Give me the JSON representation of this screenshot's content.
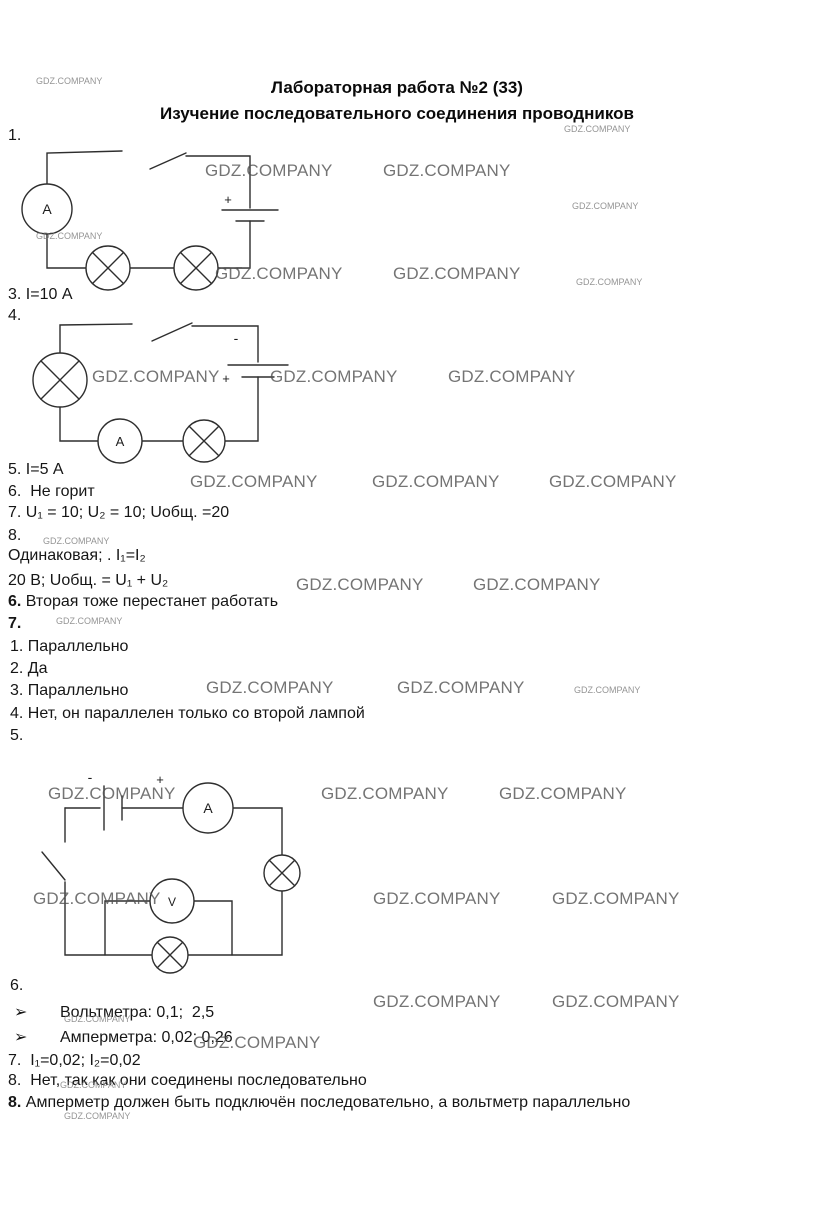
{
  "watermark": "GDZ.COMPANY",
  "title": {
    "line1": "Лабораторная работа №2 (33)",
    "line2": "Изучение последовательного соединения проводников"
  },
  "lines": {
    "n1": "1.",
    "a3": "3. I=10 А",
    "n4": "4.",
    "a5": "5. I=5 А",
    "a6": "6.  Не горит",
    "a7": "7. U₁ = 10; U₂ = 10; Uобщ. =20",
    "n8": "8.",
    "a8a": "Одинаковая; . I₁=I₂",
    "a8b": "20 В; Uобщ. = U₁ + U₂",
    "t6_num": "6.",
    "t6_text": " Вторая тоже перестанет работать",
    "t7_num": "7.",
    "s1": "1. Параллельно",
    "s2": "2. Да",
    "s3": "3. Параллельно",
    "s4": "4. Нет, он параллелен только со второй лампой",
    "n5": "5.",
    "n6": "6.",
    "bullet": "➢",
    "volt": "Вольтметра: 0,1;  2,5",
    "amp": "Амперметра: 0,02; 0,26",
    "s7": "7.  I₁=0,02; I₂=0,02",
    "s8": "8.  Нет, так как они соединены последовательно",
    "t8_num": "8.",
    "t8_text": " Амперметр должен быть подключён последовательно, а вольтметр параллельно"
  },
  "diagram": {
    "ammeter": "A",
    "voltmeter": "V",
    "plus": "+",
    "minus": "-"
  }
}
